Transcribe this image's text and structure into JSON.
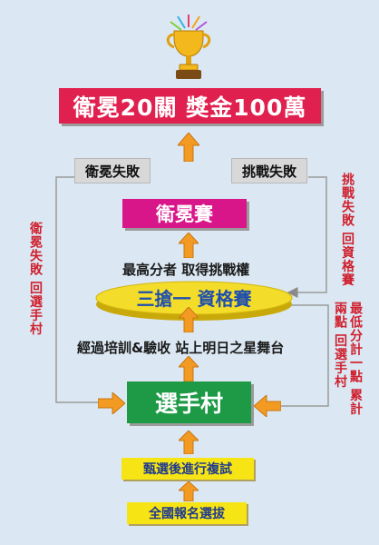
{
  "top_banner": "衛冕20關 獎金100萬",
  "defend_fail": "衛冕失敗",
  "challenge_fail": "挑戰失敗",
  "defend_match": "衛冕賽",
  "highest_score_note": "最高分者 取得挑戰權",
  "qualifier": "三搶一 資格賽",
  "training_note": "經過培訓&驗收 站上明日之星舞台",
  "players_village": "選手村",
  "retest": "甄選後進行複試",
  "national_selection": "全國報名選拔",
  "left_side_note": "衛冕失敗 回選手村",
  "right_side_note": "挑戰失敗 回資格賽",
  "lowest_score_note": "最低分計一點 累計兩點 回選手村",
  "colors": {
    "background": "#dbe8f3",
    "banner_red": "#e0204e",
    "magenta": "#d8168a",
    "green": "#1e9a47",
    "yellow": "#f6e414",
    "arrow_orange": "#f39a23",
    "side_text_red": "#d0202e"
  },
  "icons": [
    "trophy-icon",
    "arrow-up-icon",
    "arrow-right-icon",
    "arrow-left-icon"
  ]
}
